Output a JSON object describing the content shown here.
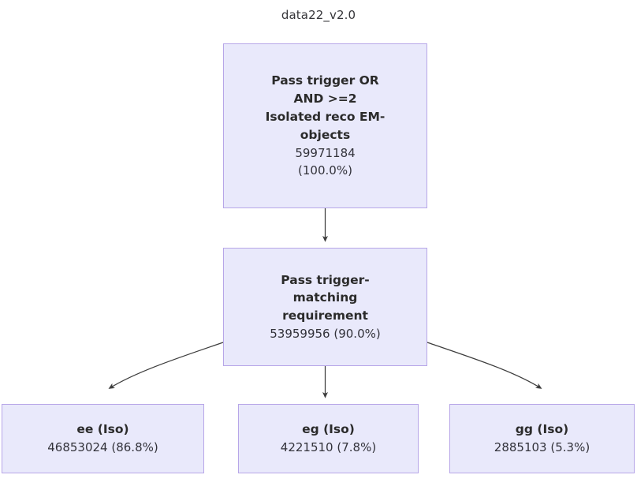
{
  "title": "data22_v2.0",
  "colors": {
    "node_fill": "#e9e9fb",
    "node_border": "#b7a6e8",
    "text": "#2b2b2b",
    "edge": "#3d3d3d",
    "background": "#ffffff"
  },
  "nodes": {
    "root": {
      "label": "Pass trigger OR\nAND >=2\nIsolated reco EM-\nobjects",
      "stat": "59971184\n(100.0%)",
      "count": 59971184,
      "percent": "100.0%"
    },
    "matching": {
      "label": "Pass trigger-\nmatching\nrequirement",
      "stat": "53959956 (90.0%)",
      "count": 53959956,
      "percent": "90.0%"
    },
    "ee": {
      "label": "ee (Iso)",
      "stat": "46853024 (86.8%)",
      "count": 46853024,
      "percent": "86.8%"
    },
    "eg": {
      "label": "eg (Iso)",
      "stat": "4221510 (7.8%)",
      "count": 4221510,
      "percent": "7.8%"
    },
    "gg": {
      "label": "gg (Iso)",
      "stat": "2885103 (5.3%)",
      "count": 2885103,
      "percent": "5.3%"
    }
  },
  "edges": [
    {
      "from": "root",
      "to": "matching",
      "style": "straight"
    },
    {
      "from": "matching",
      "to": "ee",
      "style": "curved"
    },
    {
      "from": "matching",
      "to": "eg",
      "style": "straight"
    },
    {
      "from": "matching",
      "to": "gg",
      "style": "curved"
    }
  ]
}
